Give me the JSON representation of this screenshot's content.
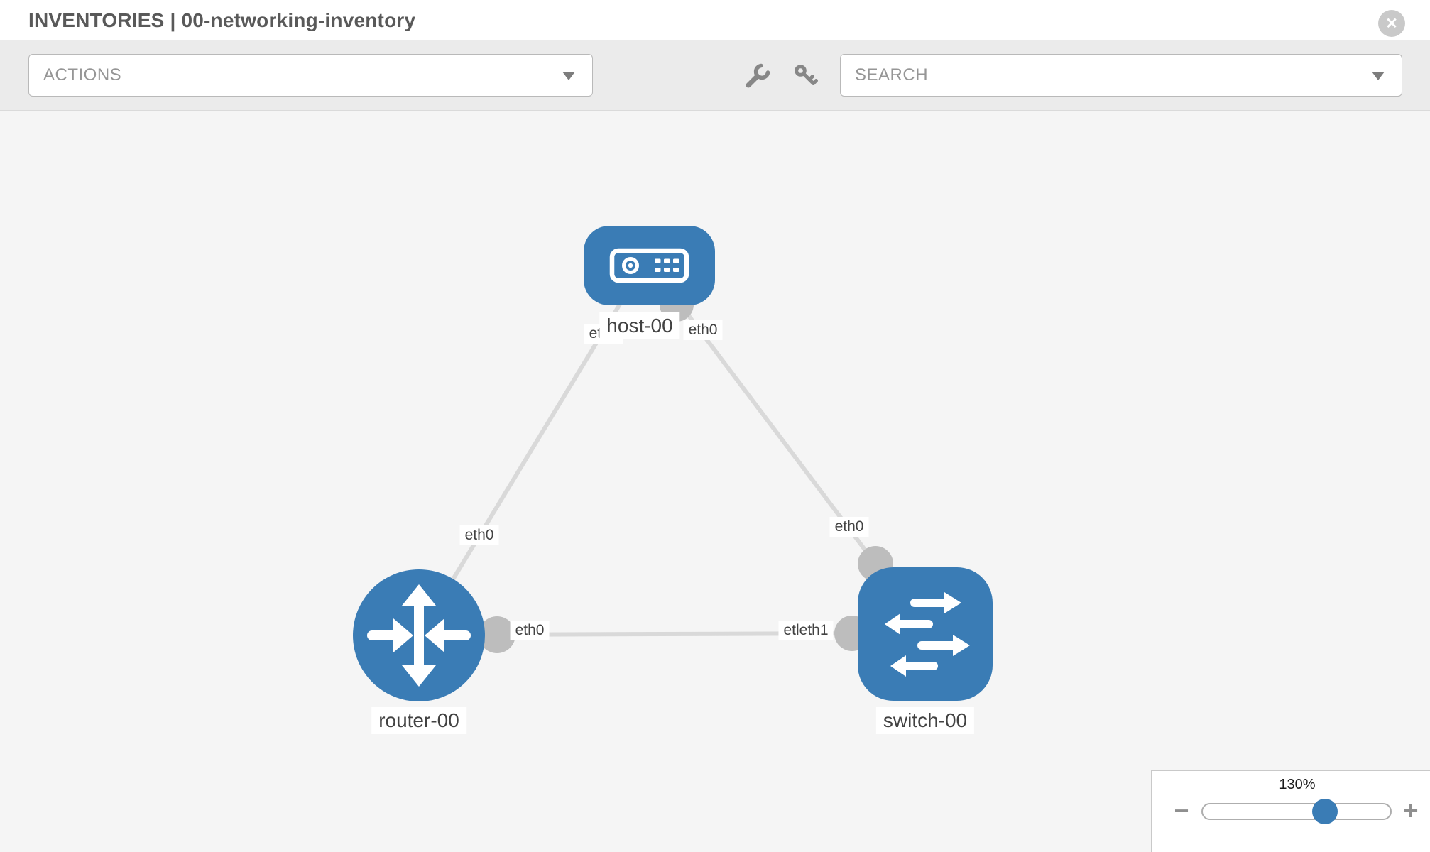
{
  "header": {
    "title": "INVENTORIES | 00-networking-inventory"
  },
  "toolbar": {
    "actions_placeholder": "ACTIONS",
    "search_placeholder": "SEARCH"
  },
  "topology": {
    "nodes": [
      {
        "id": "host-00",
        "type": "host",
        "label": "host-00"
      },
      {
        "id": "router-00",
        "type": "router",
        "label": "router-00"
      },
      {
        "id": "switch-00",
        "type": "switch",
        "label": "switch-00"
      }
    ],
    "links": [
      {
        "from": "host-00",
        "to": "router-00",
        "labels": [
          "eth0",
          "eth0"
        ]
      },
      {
        "from": "host-00",
        "to": "switch-00",
        "labels": [
          "eth0",
          "eth0"
        ]
      },
      {
        "from": "router-00",
        "to": "switch-00",
        "labels": [
          "eth0",
          "etleth1"
        ]
      }
    ]
  },
  "zoom_control": {
    "value": "130%",
    "minus_label": "−",
    "plus_label": "+",
    "slider_percent": 65
  },
  "colors": {
    "node_blue": "#3a7cb5",
    "link_gray": "#d9d9d9",
    "interface_gray": "#bdbdbd",
    "canvas_bg": "#f5f5f5"
  }
}
